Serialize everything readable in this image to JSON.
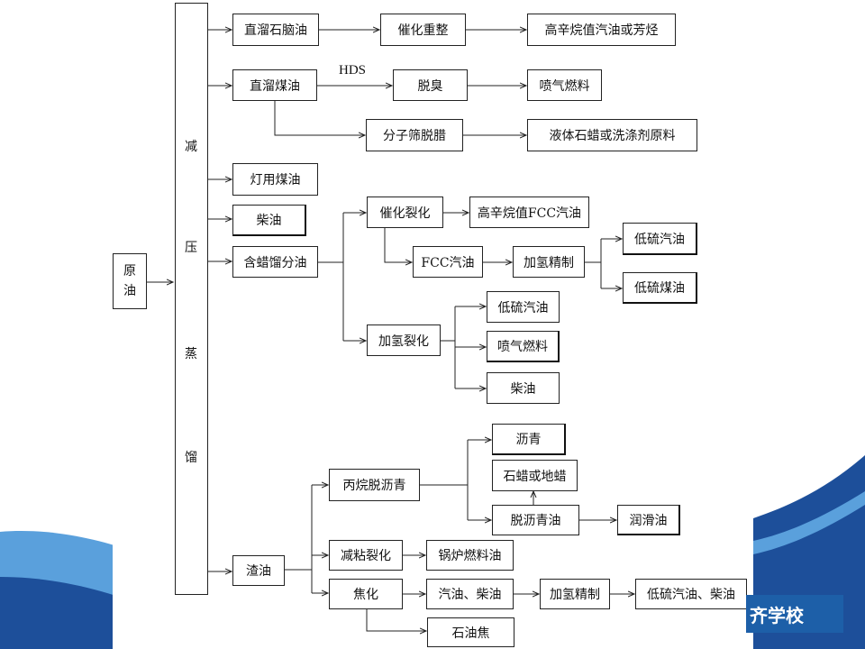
{
  "diagram": {
    "crude": "原\n油",
    "distill_chars": [
      "减",
      "压",
      "蒸",
      "馏"
    ],
    "hds_label": "HDS",
    "nodes": {
      "naphtha": "直溜石脑油",
      "reform": "催化重整",
      "gasoline_aromatics": "高辛烷值汽油或芳烃",
      "kerosene": "直溜煤油",
      "deodor": "脱臭",
      "jet1": "喷气燃料",
      "sieve": "分子筛脱腊",
      "wax_detergent": "液体石蜡或洗涤剂原料",
      "lamp": "灯用煤油",
      "diesel1": "柴油",
      "waxy": "含蜡馏分油",
      "fcc": "催化裂化",
      "fcc_high": "高辛烷值FCC汽油",
      "fcc_gas": "FCC汽油",
      "hydro_refine1": "加氢精制",
      "ls_gas1": "低硫汽油",
      "ls_coal": "低硫煤油",
      "hydrocrack": "加氢裂化",
      "ls_gas2": "低硫汽油",
      "jet2": "喷气燃料",
      "diesel2": "柴油",
      "asphalt": "沥青",
      "paraffin": "石蜡或地蜡",
      "propane": "丙烷脱沥青",
      "deasph_oil": "脱沥青油",
      "lube": "润滑油",
      "resid": "渣油",
      "visbreak": "减粘裂化",
      "boiler": "锅炉燃料油",
      "coking": "焦化",
      "gas_diesel": "汽油、柴油",
      "hydro_refine2": "加氢精制",
      "ls_gas_diesel": "低硫汽油、柴油",
      "coke": "石油焦"
    }
  },
  "footer": {
    "school_text": "齐学校"
  },
  "colors": {
    "accent_dark": "#1d4f9a",
    "accent_light": "#5aa0dc",
    "line": "#222222"
  }
}
